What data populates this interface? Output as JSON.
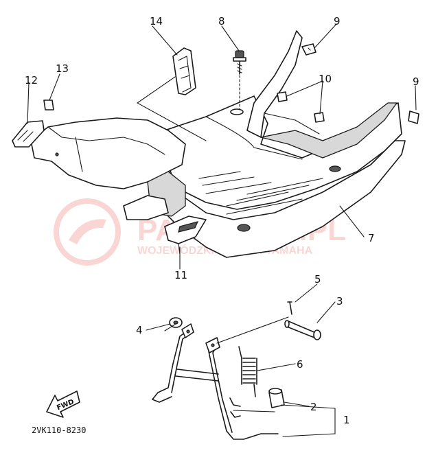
{
  "diagram": {
    "code": "2VK110-8230",
    "fwd_label": "FWD",
    "callouts": {
      "c1": "1",
      "c2": "2",
      "c3": "3",
      "c4": "4",
      "c5": "5",
      "c6": "6",
      "c7": "7",
      "c8": "8",
      "c9a": "9",
      "c9b": "9",
      "c10": "10",
      "c11": "11",
      "c12": "12",
      "c13": "13",
      "c14": "14"
    }
  },
  "watermark": {
    "brand": "PARTSHOP.PL",
    "subtitle": "WOJEWÓDZKI DEALER YAMAHA",
    "color": "#e8443c"
  }
}
